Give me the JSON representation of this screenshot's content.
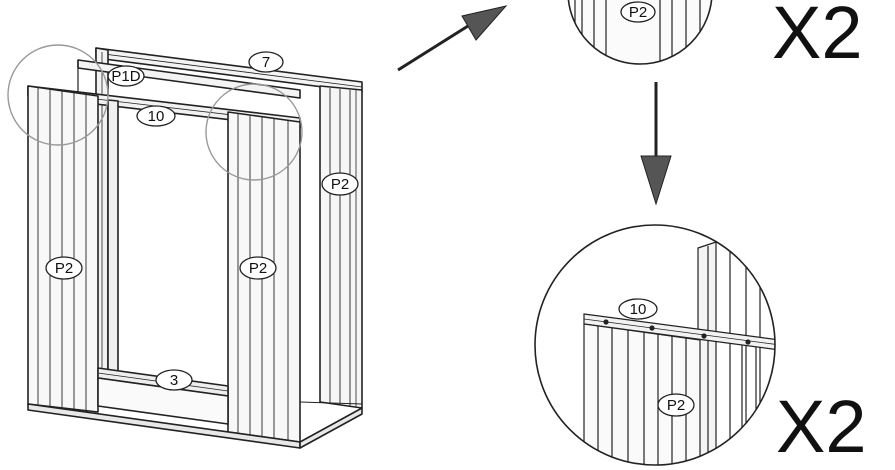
{
  "labels": {
    "frame_top": "7",
    "frame_top_corner": "P1D",
    "frame_lintel": "10",
    "frame_left_post": "P2",
    "frame_mid_post": "P2",
    "frame_right_post": "P2",
    "frame_sill": "3",
    "detail_top_post": "P2",
    "detail_bottom_lintel": "10",
    "detail_bottom_post": "P2"
  },
  "multipliers": {
    "detail_top": "X2",
    "detail_bottom": "X2"
  }
}
